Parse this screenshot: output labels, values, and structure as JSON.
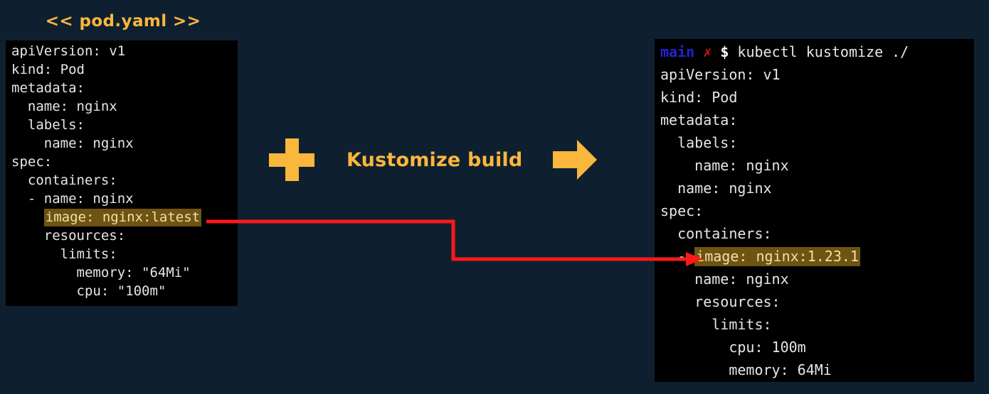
{
  "background_color": "#0e2030",
  "accent_color": "#fbb63c",
  "highlight_color": "#6e5411",
  "connector_color": "#ff1818",
  "title": {
    "text": "<< pod.yaml >>"
  },
  "left_panel": {
    "name": "pod.yaml source",
    "background": "#000000",
    "lines": [
      {
        "text": "apiVersion: v1",
        "highlight": false
      },
      {
        "text": "kind: Pod",
        "highlight": false
      },
      {
        "text": "metadata:",
        "highlight": false
      },
      {
        "text": "  name: nginx",
        "highlight": false
      },
      {
        "text": "  labels:",
        "highlight": false
      },
      {
        "text": "    name: nginx",
        "highlight": false
      },
      {
        "text": "spec:",
        "highlight": false
      },
      {
        "text": "  containers:",
        "highlight": false
      },
      {
        "text": "  - name: nginx",
        "highlight": false
      },
      {
        "text": "    image: nginx:latest",
        "highlight": true,
        "indent": "    ",
        "hl_text": "image: nginx:latest"
      },
      {
        "text": "    resources:",
        "highlight": false
      },
      {
        "text": "      limits:",
        "highlight": false
      },
      {
        "text": "        memory: \"64Mi\"",
        "highlight": false
      },
      {
        "text": "        cpu: \"100m\"",
        "highlight": false
      }
    ]
  },
  "middle": {
    "plus_icon": "plus-icon",
    "label": "Kustomize build",
    "arrow_icon": "right-arrow-icon"
  },
  "right_panel": {
    "name": "kubectl kustomize output",
    "background": "#000000",
    "prompt": {
      "branch": "main",
      "status": "✗",
      "sigil": "$",
      "command": "kubectl kustomize ./"
    },
    "lines": [
      {
        "text": "apiVersion: v1",
        "highlight": false
      },
      {
        "text": "kind: Pod",
        "highlight": false
      },
      {
        "text": "metadata:",
        "highlight": false
      },
      {
        "text": "  labels:",
        "highlight": false
      },
      {
        "text": "    name: nginx",
        "highlight": false
      },
      {
        "text": "  name: nginx",
        "highlight": false
      },
      {
        "text": "spec:",
        "highlight": false
      },
      {
        "text": "  containers:",
        "highlight": false
      },
      {
        "text": "  - image: nginx:1.23.1",
        "highlight": true,
        "indent": "  - ",
        "hl_text": "image: nginx:1.23.1"
      },
      {
        "text": "    name: nginx",
        "highlight": false
      },
      {
        "text": "    resources:",
        "highlight": false
      },
      {
        "text": "      limits:",
        "highlight": false
      },
      {
        "text": "        cpu: 100m",
        "highlight": false
      },
      {
        "text": "        memory: 64Mi",
        "highlight": false
      }
    ]
  },
  "connector": {
    "name": "image-override-connector",
    "from": "image: nginx:latest",
    "to": "image: nginx:1.23.1"
  }
}
